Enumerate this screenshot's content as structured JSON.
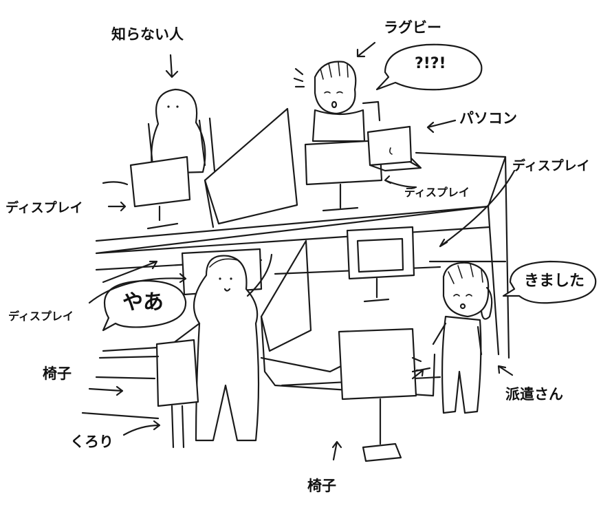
{
  "labels": {
    "stranger": "知らない人",
    "rugby": "ラグビー",
    "pc": "パソコン",
    "display_left": "ディスプレイ",
    "display_center": "ディスプレイ",
    "display_right": "ディスプレイ",
    "display_lower_left": "ディスプレイ",
    "chair_left": "椅子",
    "chair_bottom": "椅子",
    "kuroki": "くろり",
    "temp_worker": "派遣さん"
  },
  "speech": {
    "rugby": "?!?!",
    "kuroki": "やあ",
    "temp_worker": "きました"
  },
  "colors": {
    "ink": "#1a1a1a",
    "paper": "#ffffff"
  }
}
